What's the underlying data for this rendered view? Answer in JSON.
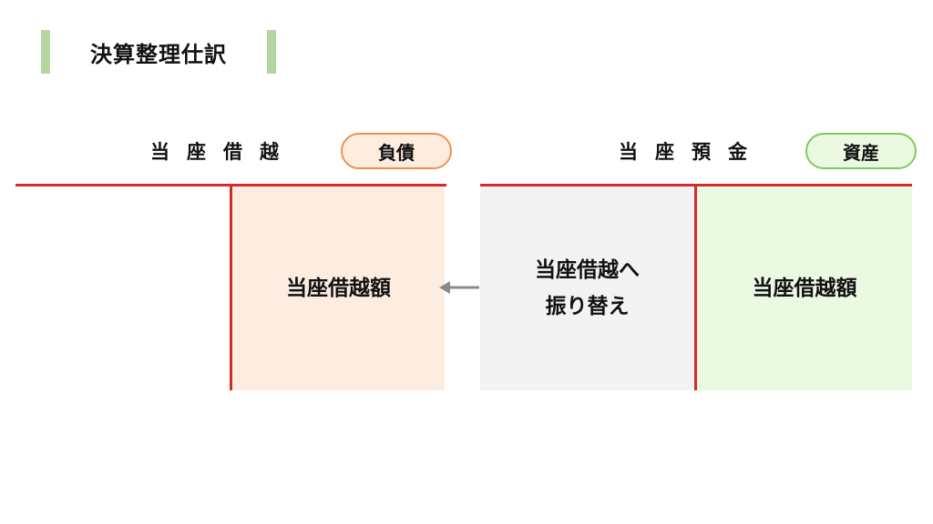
{
  "title": "決算整理仕訳",
  "left_account": {
    "name": "当座借越",
    "category": "負債",
    "credit_entry": "当座借越額"
  },
  "right_account": {
    "name": "当座預金",
    "category": "資産",
    "debit_entry": "当座借越額"
  },
  "transfer": {
    "line1": "当座借越へ",
    "line2": "振り替え"
  },
  "colors": {
    "red_line": "#d52a2a",
    "orange": "#f0914a",
    "green": "#7ecb5b",
    "title_green": "#b5d6a0"
  }
}
